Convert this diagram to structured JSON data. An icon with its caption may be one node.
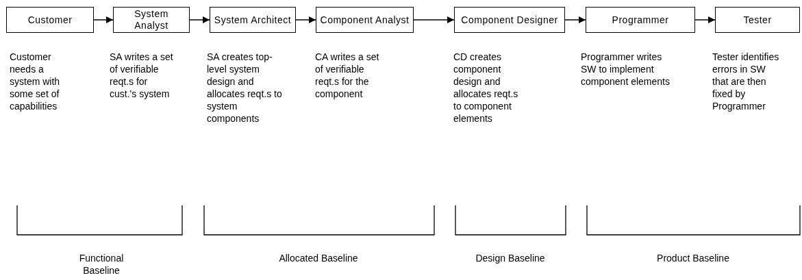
{
  "diagram": {
    "nodes": [
      {
        "text": [
          "Customer"
        ]
      },
      {
        "text": [
          "System Analyst"
        ]
      },
      {
        "text": [
          "System Architect"
        ]
      },
      {
        "text": [
          "Component Analyst"
        ]
      },
      {
        "text": [
          "Component Designer"
        ]
      },
      {
        "text": [
          "Programmer"
        ]
      },
      {
        "text": [
          "Tester"
        ]
      }
    ],
    "edges": [
      {
        "from": 0,
        "to": 1,
        "arrow": "to"
      },
      {
        "from": 1,
        "to": 2,
        "arrow": "to"
      },
      {
        "from": 2,
        "to": 3,
        "arrow": "to"
      },
      {
        "from": 3,
        "to": 4,
        "arrow": "to"
      },
      {
        "from": 4,
        "to": 5,
        "arrow": "to"
      },
      {
        "from": 5,
        "to": 6,
        "arrow": "to"
      }
    ],
    "labels": [
      "Customer needs a system with some set of capabilities",
      "SA writes a set of verifiable reqt.s for cust.'s system",
      "SA creates top-level system design and allocates reqt.s to system components",
      "CA writes a set of verifiable reqt.s for the component",
      "CD creates component design and allocates reqt.s to component elements",
      "Programmer writes SW to implement component elements",
      "Tester identifies errors in SW that are then fixed by Programmer",
      "Functional Baseline",
      "Allocated Baseline",
      "Design Baseline",
      "Product Baseline"
    ]
  }
}
